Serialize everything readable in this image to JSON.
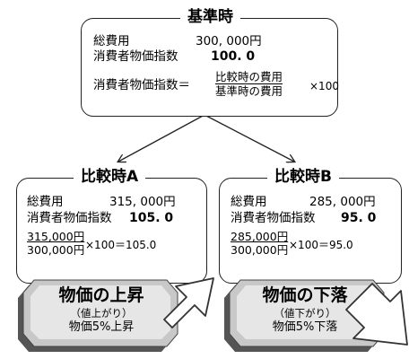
{
  "base": {
    "title": "基準時",
    "total_cost_label": "総費用",
    "total_cost_value": "300, 000円",
    "cpi_label": "消費者物価指数",
    "cpi_value": "100. 0",
    "formula_lhs": "消費者物価指数＝",
    "formula_num": "比較時の費用",
    "formula_den": "基準時の費用",
    "formula_mult": "×100"
  },
  "compare_a": {
    "title": "比較時A",
    "total_cost_label": "総費用",
    "total_cost_value": "315, 000円",
    "cpi_label": "消費者物価指数",
    "cpi_value": "105. 0",
    "calc_num": "315,000円",
    "calc_den": "300,000円",
    "calc_rest": "×100＝105.0",
    "badge_title": "物価の上昇",
    "badge_sub": "（値上がり）",
    "badge_line": "物価5%上昇"
  },
  "compare_b": {
    "title": "比較時B",
    "total_cost_label": "総費用",
    "total_cost_value": "285, 000円",
    "cpi_label": "消費者物価指数",
    "cpi_value": "95. 0",
    "calc_num": "285,000円",
    "calc_den": "300,000円",
    "calc_rest": "×100＝95.0",
    "badge_title": "物価の下落",
    "badge_sub": "（値下がり）",
    "badge_line": "物価5%下落"
  }
}
